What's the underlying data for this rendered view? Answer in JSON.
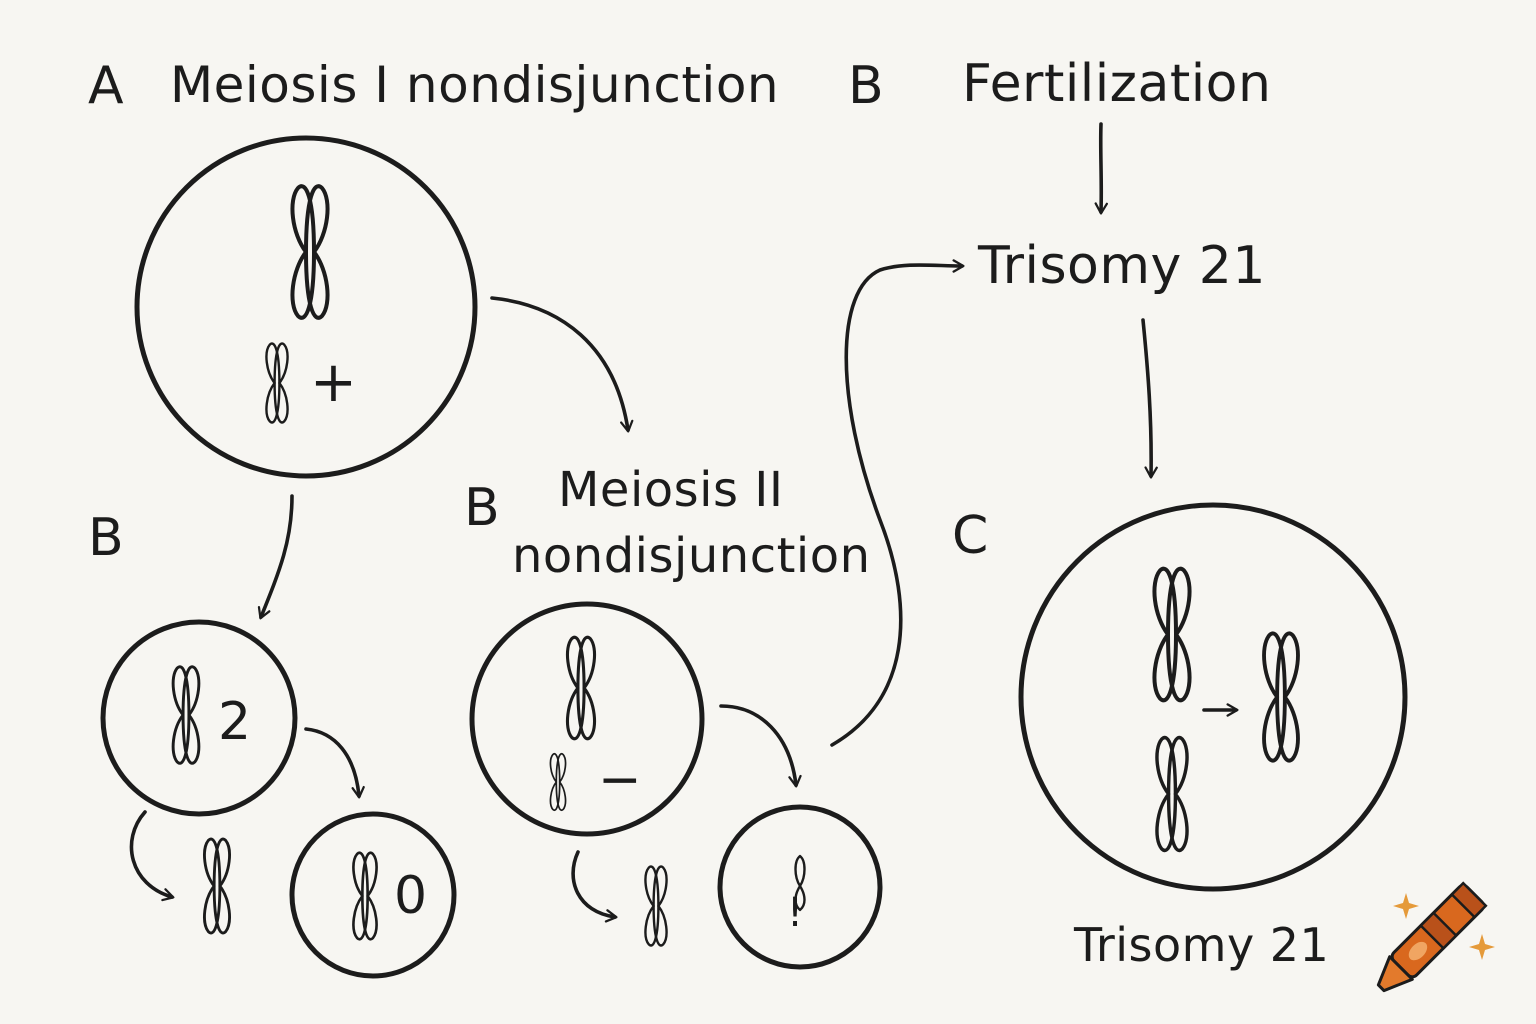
{
  "labels": {
    "panel_a_letter": "A",
    "meiosis1_title": "Meiosis I  nondisjunction",
    "panel_b_letter_top": "B",
    "fertilization": "Fertilization",
    "trisomy_top": "Trisomy 21",
    "panel_b_letter_left": "B",
    "panel_b_letter_mid": "B",
    "meiosis2_line1": "Meiosis II",
    "meiosis2_line2": "nondisjunction",
    "panel_c_letter": "C",
    "trisomy_bottom": "Trisomy 21"
  },
  "cell_marks": {
    "main_cell_sign": "+",
    "daughter_cell_count": "2",
    "nullisomic_cell_count": "0",
    "meiosis2_cell_sign": "−",
    "single_chromatid_cell_mark": "!"
  },
  "colors": {
    "ink": "#1c1c1c",
    "paper": "#f7f6f2",
    "crayon_orange": "#d9681e"
  },
  "icons": [
    "chromosome-icon",
    "arrow-icon",
    "crayon-icon",
    "sparkle-icon"
  ]
}
